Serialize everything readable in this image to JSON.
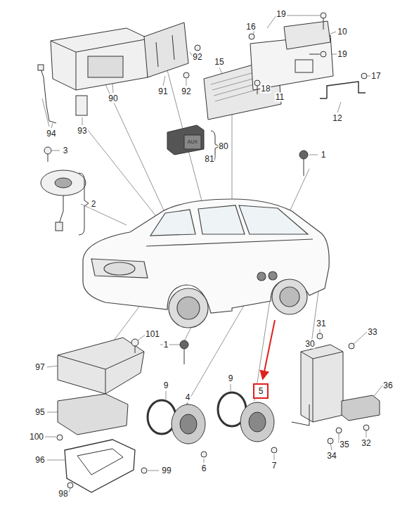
{
  "diagram": {
    "nodes": [
      {
        "text": [
          "5"
        ]
      }
    ],
    "labels": [
      "19",
      "16",
      "10",
      "92",
      "19",
      "90",
      "91",
      "92",
      "17",
      "18",
      "11",
      "15",
      "94",
      "93",
      "12",
      "80",
      "81",
      "AUX",
      "3",
      "1",
      "2",
      "101",
      "1",
      "97",
      "9",
      "9",
      "4",
      "31",
      "33",
      "30",
      "36",
      "95",
      "6",
      "7",
      "100",
      "35",
      "32",
      "96",
      "99",
      "98",
      "34"
    ]
  }
}
